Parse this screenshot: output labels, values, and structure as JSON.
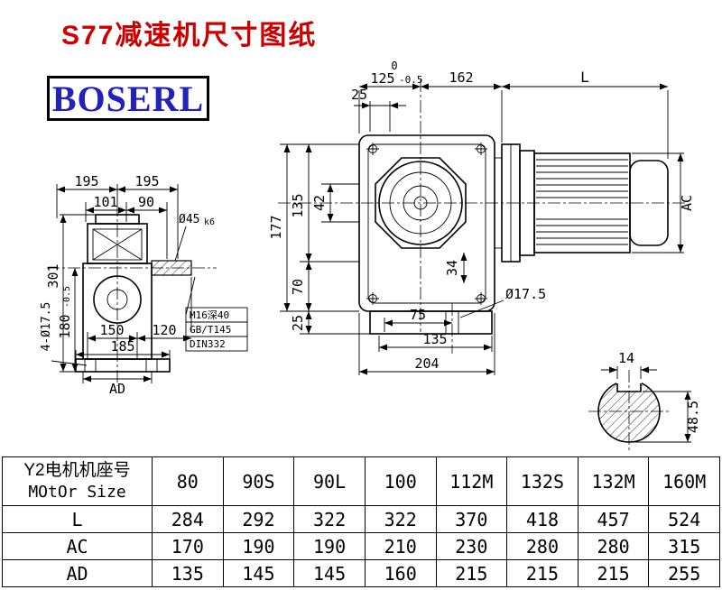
{
  "title": "S77减速机尺寸图纸",
  "logo": "BOSERL",
  "colors": {
    "title_red": "#cc0000",
    "logo_blue": "#2222bb",
    "line": "#000000"
  },
  "side_view": {
    "dim_195_left": "195",
    "dim_195_right": "195",
    "dim_101": "101",
    "dim_90": "90",
    "dim_shaft_dia": "Ø45",
    "dim_shaft_fit": "k6",
    "dim_301": "301",
    "dim_180": "180",
    "dim_180_tol": "-0.5",
    "dim_holes": "4-Ø17.5",
    "dim_150": "150",
    "dim_120": "120",
    "dim_185": "185",
    "dim_ad": "AD",
    "note": {
      "line1": "M16深40",
      "line2": "GB/T145",
      "line3": "DIN332"
    }
  },
  "front_view": {
    "dim_125_tol_upper": "0",
    "dim_125": "125",
    "dim_125_tol_lower": "-0.5",
    "dim_162": "162",
    "dim_length": "L",
    "dim_25_top": "25",
    "dim_177": "177",
    "dim_135_left": "135",
    "dim_70": "70",
    "dim_25_bottom": "25",
    "dim_42": "42",
    "dim_34": "34",
    "dim_75": "75",
    "dim_135_bottom": "135",
    "dim_204": "204",
    "dim_hole": "Ø17.5",
    "dim_ac": "AC"
  },
  "shaft_view": {
    "dim_14": "14",
    "dim_48_5": "48.5"
  },
  "table": {
    "header_cn": "Y2电机机座号",
    "header_en": "MOtOr Size",
    "columns": [
      "80",
      "90S",
      "90L",
      "100",
      "112M",
      "132S",
      "132M",
      "160M"
    ],
    "rows": [
      {
        "label": "L",
        "values": [
          "284",
          "292",
          "322",
          "322",
          "370",
          "418",
          "457",
          "524"
        ]
      },
      {
        "label": "AC",
        "values": [
          "170",
          "190",
          "190",
          "210",
          "230",
          "280",
          "280",
          "315"
        ]
      },
      {
        "label": "AD",
        "values": [
          "135",
          "145",
          "145",
          "160",
          "215",
          "215",
          "215",
          "255"
        ]
      }
    ]
  }
}
